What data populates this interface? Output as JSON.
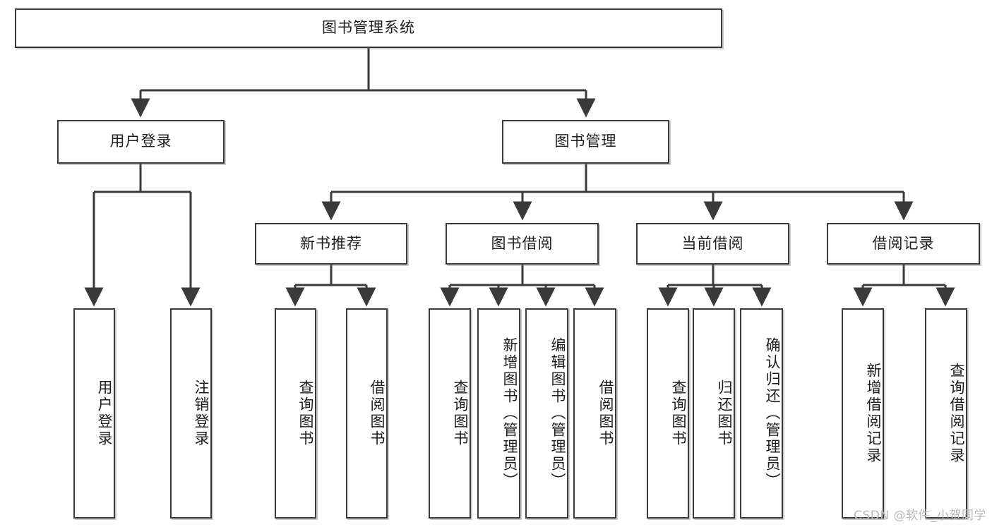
{
  "diagram": {
    "title": "图书管理系统",
    "type": "tree",
    "root": {
      "label": "图书管理系统"
    },
    "level2": [
      {
        "label": "用户登录"
      },
      {
        "label": "图书管理"
      }
    ],
    "level3": [
      {
        "label": "新书推荐"
      },
      {
        "label": "图书借阅"
      },
      {
        "label": "当前借阅"
      },
      {
        "label": "借阅记录"
      }
    ],
    "leaves": {
      "user_login": [
        {
          "label": "用户登录"
        },
        {
          "label": "注销登录"
        }
      ],
      "new_book": [
        {
          "label": "查询图书"
        },
        {
          "label": "借阅图书"
        }
      ],
      "book_borrow": [
        {
          "label": "查询图书"
        },
        {
          "label": "新增图书（管理员）"
        },
        {
          "label": "编辑图书（管理员）"
        },
        {
          "label": "借阅图书"
        }
      ],
      "current_borrow": [
        {
          "label": "查询图书"
        },
        {
          "label": "归还图书"
        },
        {
          "label": "确认归还（管理员）"
        }
      ],
      "borrow_record": [
        {
          "label": "新增借阅记录"
        },
        {
          "label": "查询借阅记录"
        }
      ]
    }
  },
  "watermark": {
    "text": "CSDN @软件_小贺同学"
  },
  "colors": {
    "stroke": "#3a3a3a",
    "background": "#ffffff",
    "text": "#1d1d1d",
    "watermark": "#b9b9b9"
  }
}
